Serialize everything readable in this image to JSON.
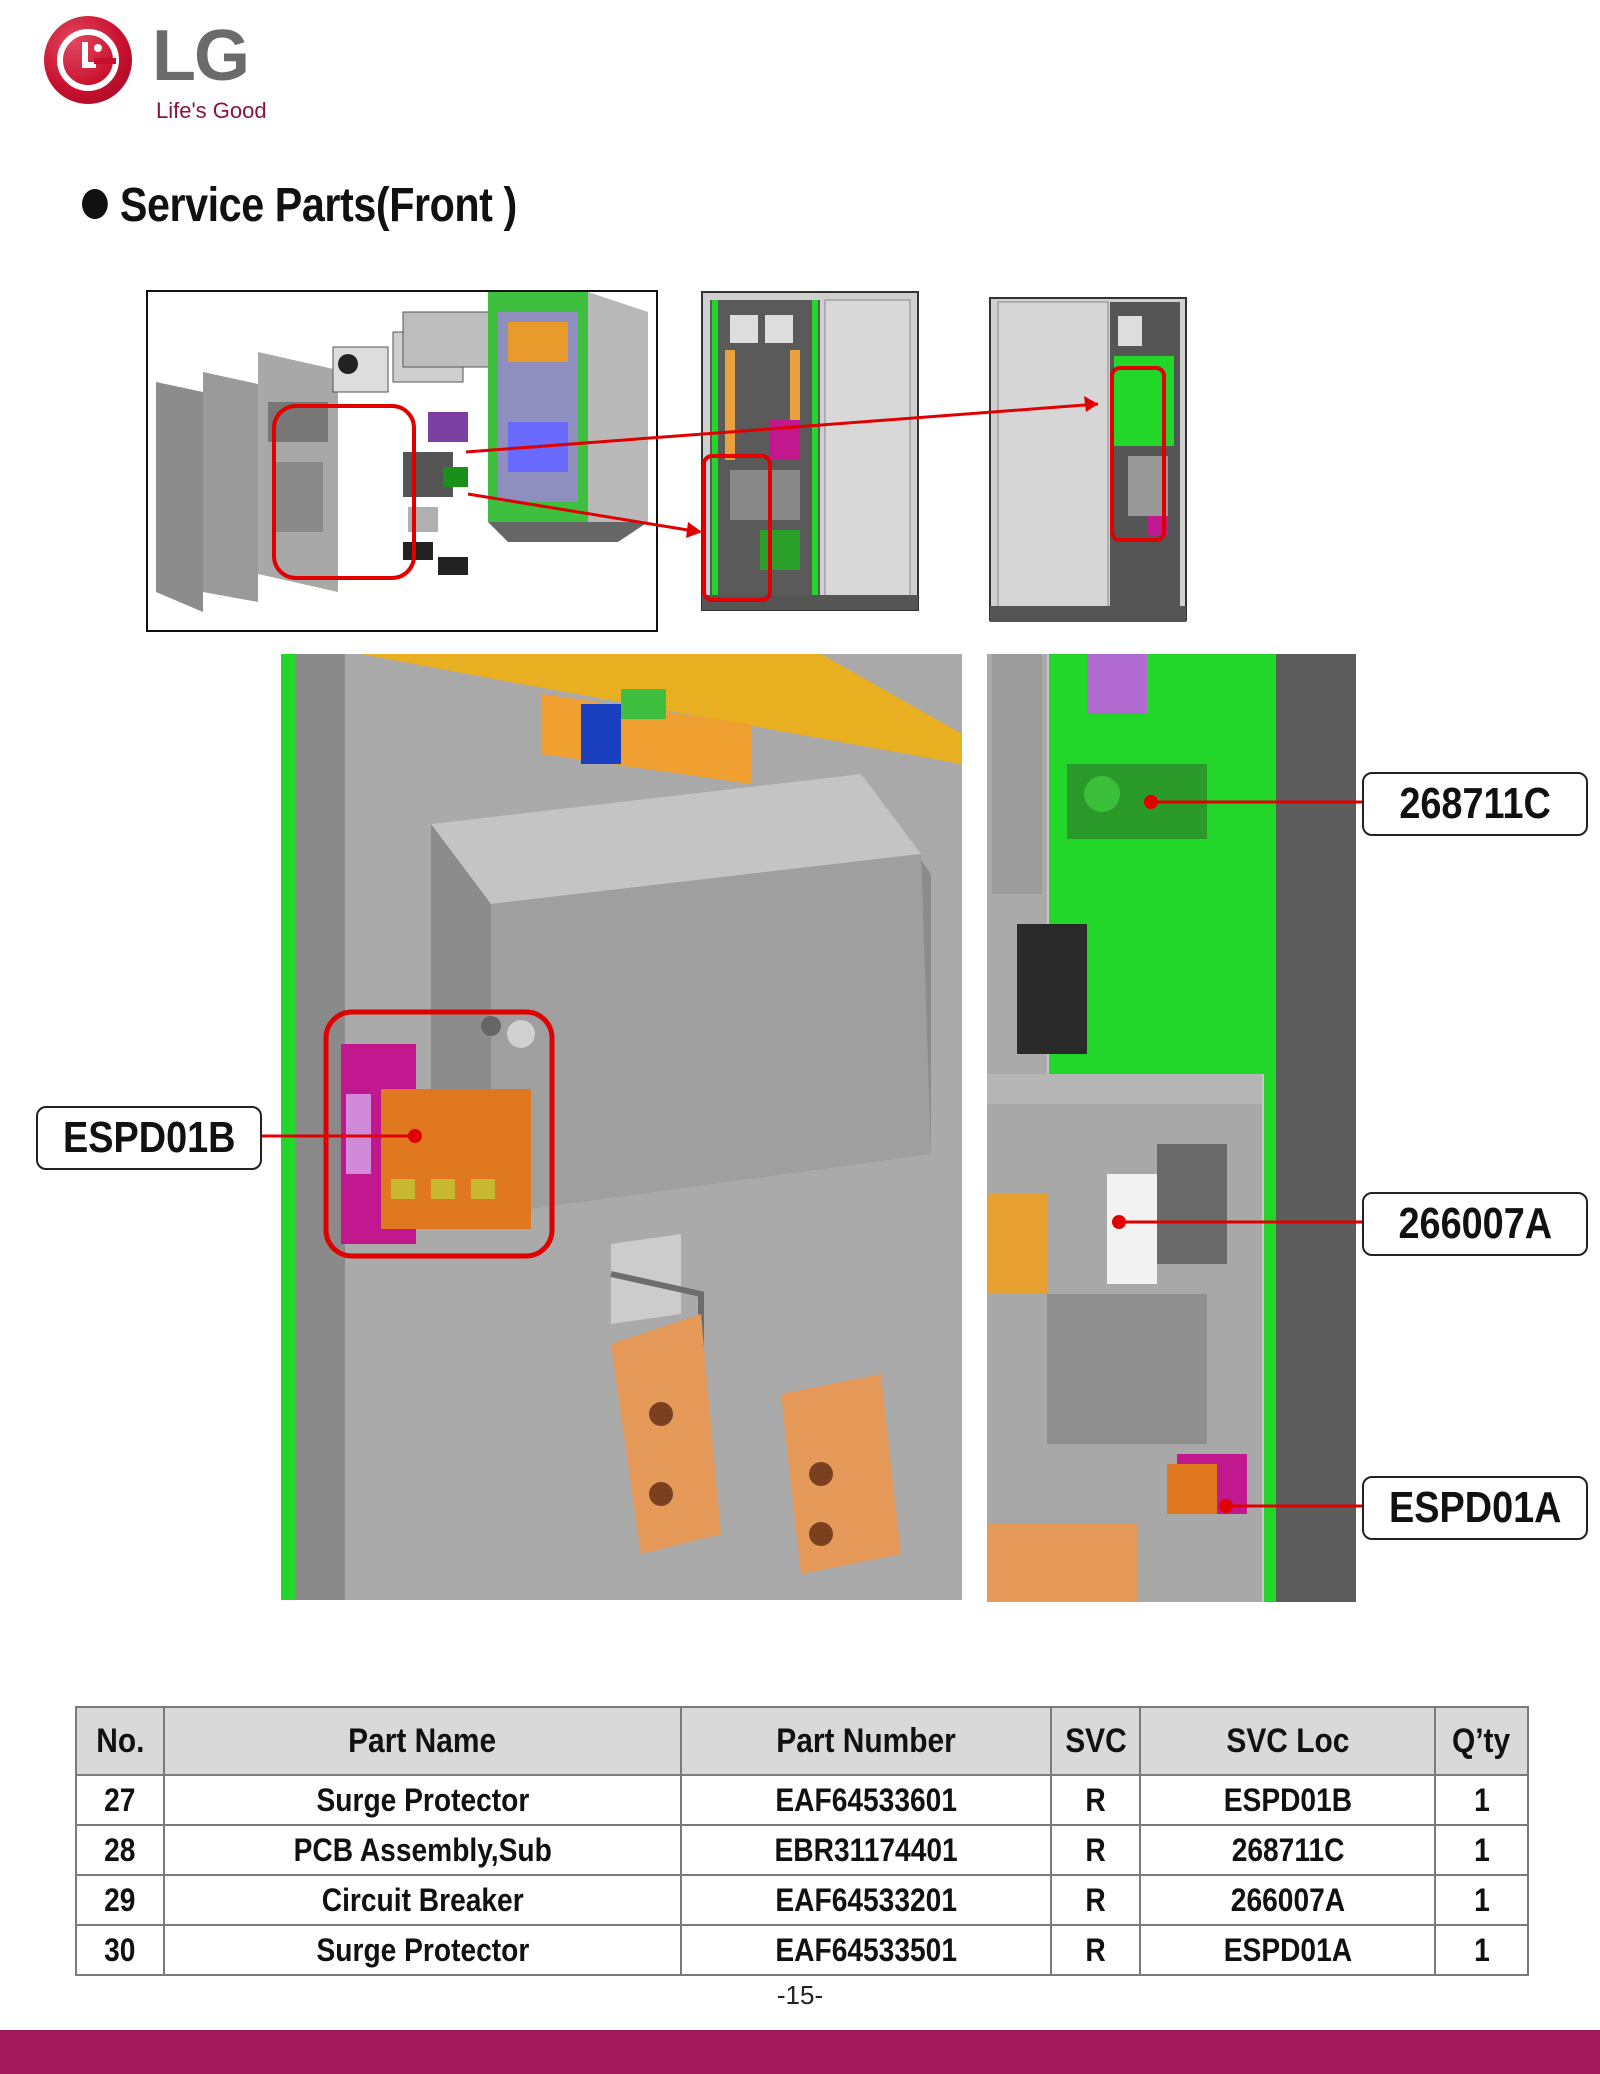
{
  "brand": {
    "name": "LG",
    "tagline": "Life's Good"
  },
  "title": "Service Parts(Front )",
  "callouts": [
    {
      "label": "268711C"
    },
    {
      "label": "ESPD01B"
    },
    {
      "label": "266007A"
    },
    {
      "label": "ESPD01A"
    }
  ],
  "table": {
    "headers": [
      "No.",
      "Part Name",
      "Part Number",
      "SVC",
      "SVC Loc",
      "Q’ty"
    ],
    "rows": [
      [
        "27",
        "Surge Protector",
        "EAF64533601",
        "R",
        "ESPD01B",
        "1"
      ],
      [
        "28",
        "PCB Assembly,Sub",
        "EBR31174401",
        "R",
        "268711C",
        "1"
      ],
      [
        "29",
        "Circuit Breaker",
        "EAF64533201",
        "R",
        "266007A",
        "1"
      ],
      [
        "30",
        "Surge Protector",
        "EAF64533501",
        "R",
        "ESPD01A",
        "1"
      ]
    ]
  },
  "page_number": "-15-",
  "colors": {
    "brand_red": "#c8102e",
    "footer_bar": "#a3195b",
    "highlight_red": "#e00000",
    "panel_green": "#22d62a",
    "busbar_orange": "#e59a5a",
    "surge_magenta": "#c2188f"
  }
}
